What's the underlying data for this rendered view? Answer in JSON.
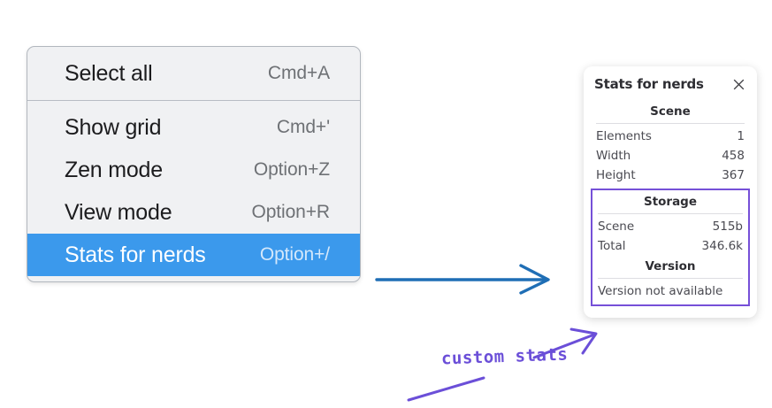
{
  "context_menu": {
    "groups": [
      {
        "items": [
          {
            "label": "Select all",
            "shortcut": "Cmd+A",
            "selected": false
          }
        ]
      },
      {
        "items": [
          {
            "label": "Show grid",
            "shortcut": "Cmd+'",
            "selected": false
          },
          {
            "label": "Zen mode",
            "shortcut": "Option+Z",
            "selected": false
          },
          {
            "label": "View mode",
            "shortcut": "Option+R",
            "selected": false
          },
          {
            "label": "Stats for nerds",
            "shortcut": "Option+/",
            "selected": true
          }
        ]
      }
    ],
    "highlight_color": "#3b99ec",
    "background_color": "#f0f1f3"
  },
  "stats_panel": {
    "title": "Stats for nerds",
    "close_icon": "close-icon",
    "sections": [
      {
        "heading": "Scene",
        "rows": [
          {
            "key": "Elements",
            "value": "1"
          },
          {
            "key": "Width",
            "value": "458"
          },
          {
            "key": "Height",
            "value": "367"
          }
        ]
      },
      {
        "heading": "Storage",
        "rows": [
          {
            "key": "Scene",
            "value": "515b"
          },
          {
            "key": "Total",
            "value": "346.6k"
          }
        ]
      },
      {
        "heading": "Version",
        "text": "Version not available"
      }
    ],
    "outline_color": "#7650d8"
  },
  "annotations": {
    "arrow_blue_color": "#1f6eb5",
    "arrow_purple_color": "#6b4fd8",
    "custom_stats_label": "custom stats"
  }
}
